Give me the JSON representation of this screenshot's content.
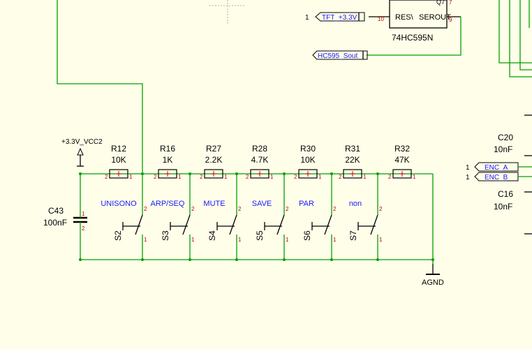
{
  "chip": {
    "name": "74HC595N",
    "pin_res": "RES\\",
    "pin_serout": "SEROUT",
    "pin_q7": "Q7"
  },
  "ports": {
    "tft": "TFT_+3.3V",
    "hc595": "HC595_Sout",
    "enc_a": "ENC_A",
    "enc_b": "ENC_B",
    "pin1": "1"
  },
  "power": {
    "vcc": "+3.3V_VCC2",
    "gnd": "AGND"
  },
  "caps": [
    {
      "ref": "C43",
      "value": "100nF"
    },
    {
      "ref": "C20",
      "value": "10nF"
    },
    {
      "ref": "C16",
      "value": "10nF"
    }
  ],
  "resistors": [
    {
      "ref": "R12",
      "value": "10K"
    },
    {
      "ref": "R16",
      "value": "1K"
    },
    {
      "ref": "R27",
      "value": "2.2K"
    },
    {
      "ref": "R28",
      "value": "4.7K"
    },
    {
      "ref": "R30",
      "value": "10K"
    },
    {
      "ref": "R31",
      "value": "22K"
    },
    {
      "ref": "R32",
      "value": "47K"
    }
  ],
  "switches": [
    {
      "ref": "S2",
      "label": "UNISONO"
    },
    {
      "ref": "S3",
      "label": "ARP/SEQ"
    },
    {
      "ref": "S4",
      "label": "MUTE"
    },
    {
      "ref": "S5",
      "label": "SAVE"
    },
    {
      "ref": "S6",
      "label": "PAR"
    },
    {
      "ref": "S7",
      "label": "non"
    }
  ],
  "pins": {
    "one": "1",
    "two": "2",
    "nine": "9",
    "seven": "7",
    "ten": "10"
  }
}
